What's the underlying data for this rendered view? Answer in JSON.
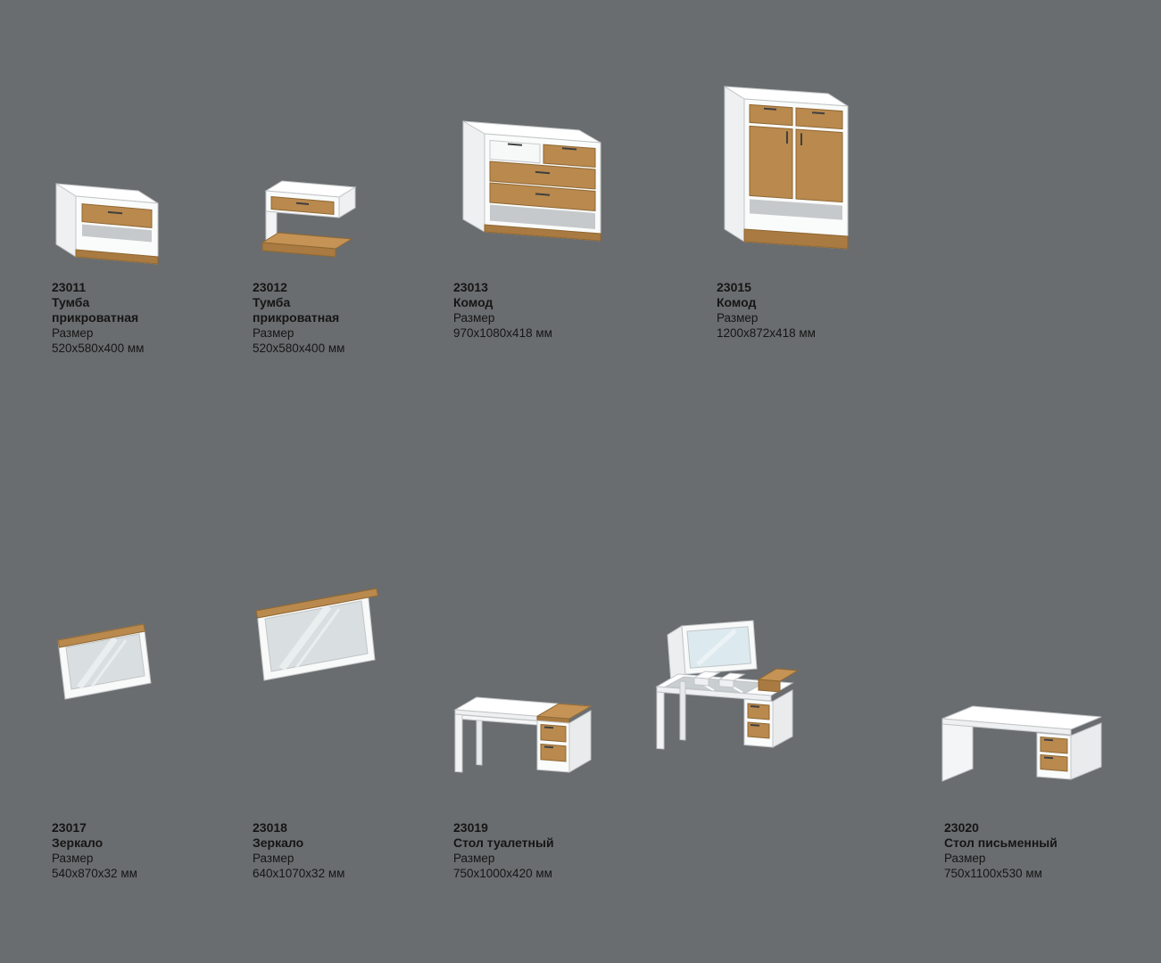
{
  "page": {
    "background_color": "#6a6d6f",
    "wood_color": "#b9894e",
    "text_color": "#151515"
  },
  "products": [
    {
      "code": "23011",
      "name": "Тумба прикроватная",
      "size_label": "Размер",
      "size": "520x580x400 мм",
      "image": "nightstand"
    },
    {
      "code": "23012",
      "name": "Тумба прикроватная",
      "size_label": "Размер",
      "size": "520x580x400 мм",
      "image": "nightstand-offset-base"
    },
    {
      "code": "23013",
      "name": "Комод",
      "size_label": "Размер",
      "size": "970x1080x418 мм",
      "image": "dresser-four-drawers"
    },
    {
      "code": "23015",
      "name": "Комод",
      "size_label": "Размер",
      "size": "1200x872x418 мм",
      "image": "cabinet-two-doors"
    },
    {
      "code": "23017",
      "name": "Зеркало",
      "size_label": "Размер",
      "size": "540x870x32 мм",
      "image": "mirror"
    },
    {
      "code": "23018",
      "name": "Зеркало",
      "size_label": "Размер",
      "size": "640x1070x32 мм",
      "image": "mirror-wide"
    },
    {
      "code": "23019",
      "name": "Стол туалетный",
      "size_label": "Размер",
      "size": "750x1000x420 мм",
      "image": "dressing-table-closed-and-open"
    },
    {
      "code": "23020",
      "name": "Стол письменный",
      "size_label": "Размер",
      "size": "750x1100x530 мм",
      "image": "writing-desk"
    }
  ]
}
